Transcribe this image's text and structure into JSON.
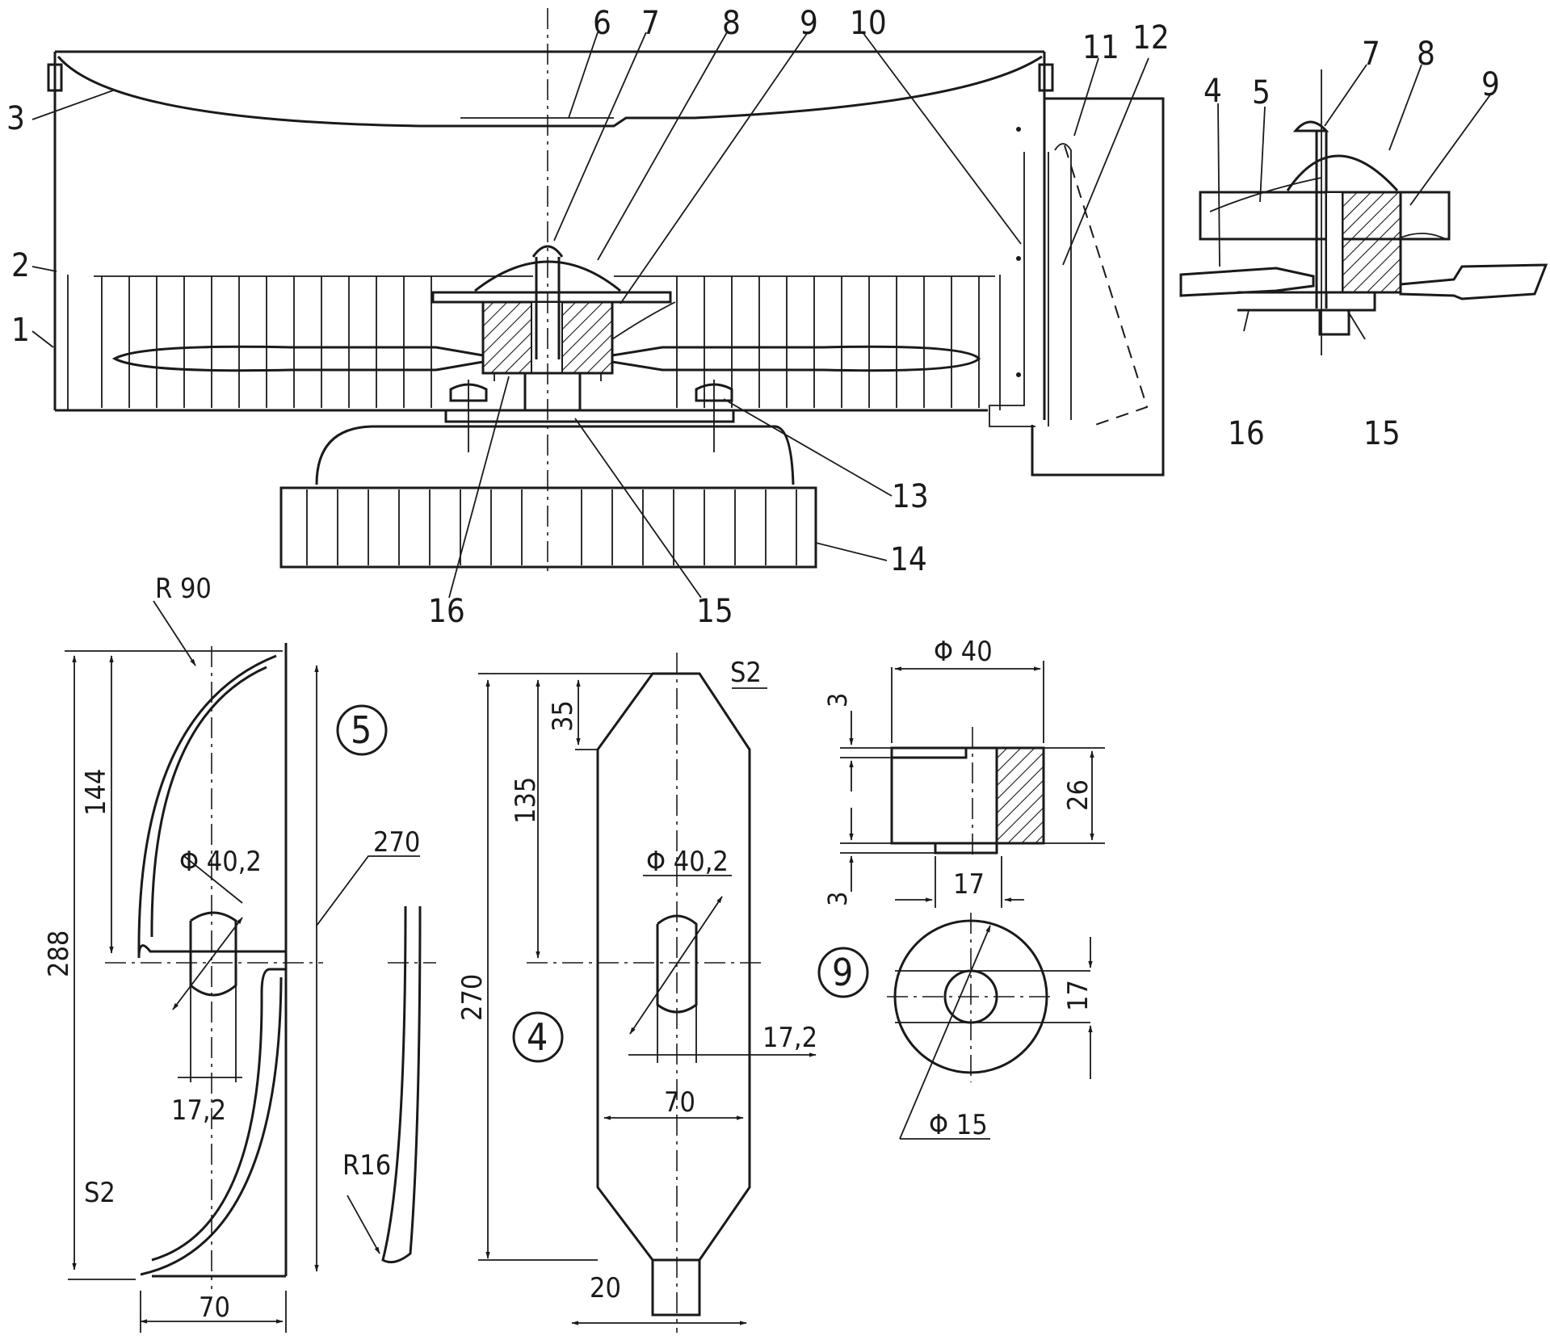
{
  "assembly": {
    "callouts": [
      "1",
      "2",
      "3",
      "6",
      "7",
      "8",
      "9",
      "10",
      "11",
      "12",
      "13",
      "14",
      "15",
      "16"
    ]
  },
  "detail": {
    "callouts": [
      "4",
      "5",
      "7",
      "8",
      "9",
      "16",
      "15"
    ]
  },
  "part5": {
    "label": "5",
    "radius_large": "R 90",
    "height_total": "288",
    "height_upper": "144",
    "length": "270",
    "hole_diameter": "Φ 40,2",
    "slot_width": "17,2",
    "thickness": "S2",
    "width": "70",
    "radius_small": "R16"
  },
  "part4": {
    "label": "4",
    "thickness": "S2",
    "chamfer": "35",
    "height_half": "135",
    "height_total": "270",
    "hole_diameter": "Φ 40,2",
    "slot_width": "17,2",
    "width": "70",
    "tip_width": "20"
  },
  "part9": {
    "label": "9",
    "outer_diameter": "Φ 40",
    "edge_top": "3",
    "edge_bottom": "3",
    "height": "26",
    "bore": "17",
    "bore_side": "17",
    "hole_diameter": "Φ 15"
  }
}
